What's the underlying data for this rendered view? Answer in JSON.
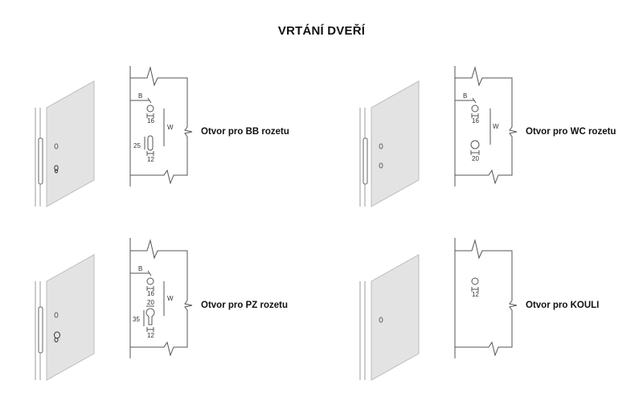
{
  "title": "VRTÁNÍ DVEŘÍ",
  "panels": [
    {
      "label": "Otvor pro BB rozetu",
      "dims": {
        "backset": "B",
        "spacing": "W",
        "top_hole": "16",
        "bottom_height": "25",
        "bottom_width": "12"
      }
    },
    {
      "label": "Otvor pro WC rozetu",
      "dims": {
        "backset": "B",
        "spacing": "W",
        "top_hole": "16",
        "bottom_hole": "20"
      }
    },
    {
      "label": "Otvor pro PZ rozetu",
      "dims": {
        "backset": "B",
        "spacing": "W",
        "top_hole": "16",
        "cyl_top": "20",
        "cyl_height": "35",
        "cyl_bottom": "12"
      }
    },
    {
      "label": "Otvor pro KOULI",
      "dims": {
        "hole": "12"
      }
    }
  ],
  "colors": {
    "door": "#e3e3e3",
    "line": "#555555",
    "text": "#111111"
  }
}
